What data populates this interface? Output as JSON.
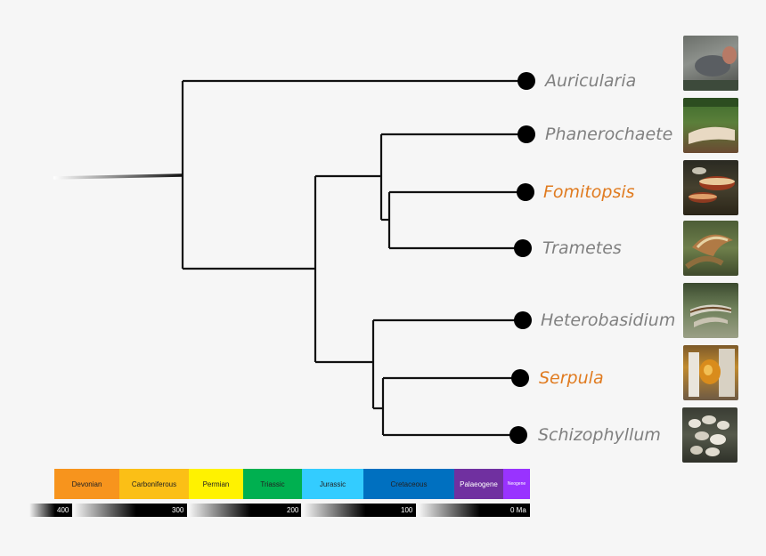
{
  "taxa": [
    {
      "name": "Auricularia",
      "color": "#808080"
    },
    {
      "name": "Phanerochaete",
      "color": "#808080"
    },
    {
      "name": "Fomitopsis",
      "color": "#e07b20"
    },
    {
      "name": "Trametes",
      "color": "#808080"
    },
    {
      "name": "Heterobasidium",
      "color": "#808080"
    },
    {
      "name": "Serpula",
      "color": "#e07b20"
    },
    {
      "name": "Schizophyllum",
      "color": "#808080"
    }
  ],
  "periods": [
    {
      "name": "Devonian",
      "color": "#f7941d"
    },
    {
      "name": "Carboniferous",
      "color": "#fbbf16"
    },
    {
      "name": "Permian",
      "color": "#fff200"
    },
    {
      "name": "Triassic",
      "color": "#00b050"
    },
    {
      "name": "Jurassic",
      "color": "#33ccff"
    },
    {
      "name": "Cretaceous",
      "color": "#0070c0"
    },
    {
      "name": "Palaeogene",
      "color": "#7030a0"
    },
    {
      "name": "Neogene",
      "color": "#9933ff"
    }
  ],
  "time_scale": [
    "400",
    "300",
    "200",
    "100",
    "0 Ma"
  ],
  "colors": {
    "background": "#f6f6f6",
    "branch": "#111111",
    "tip_dot": "#000000",
    "highlight_taxon": "#e07b20",
    "plain_taxon": "#808080"
  }
}
